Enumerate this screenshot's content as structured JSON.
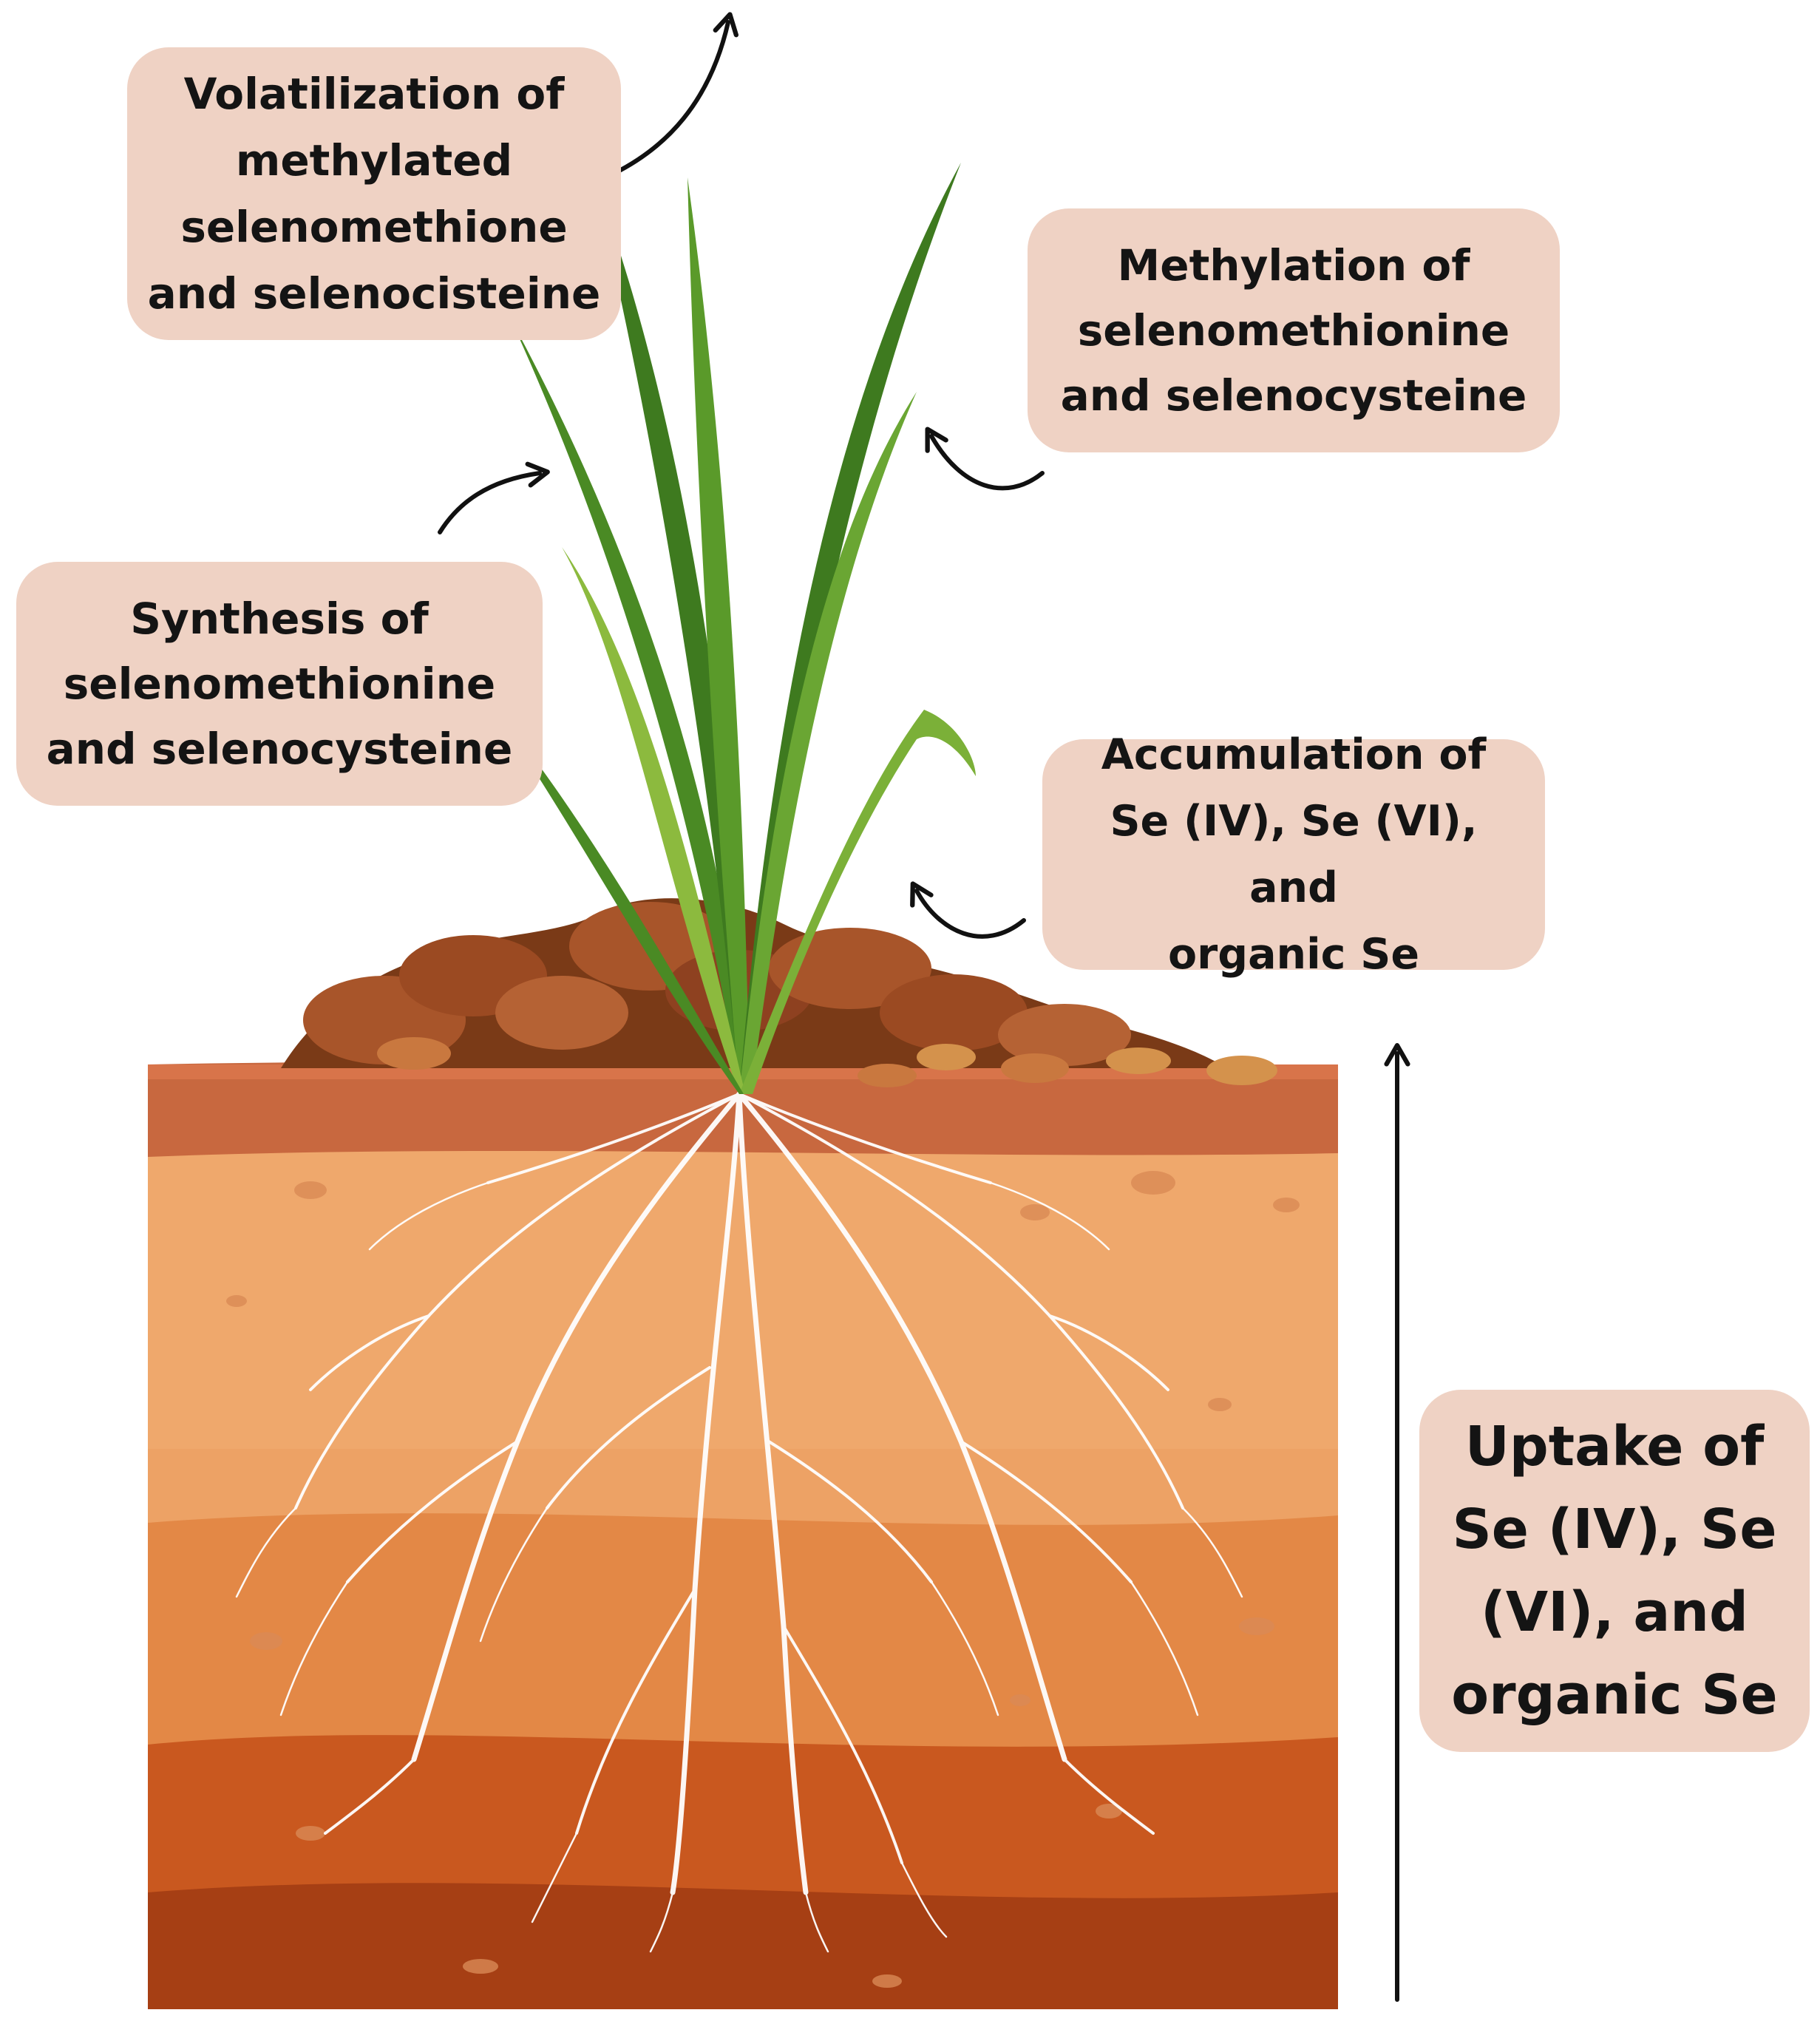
{
  "labels": {
    "volatilization": "Volatilization of\nmethylated\nselenomethione\nand selenocisteine",
    "methylation": "Methylation of\nselenomethionine\nand selenocysteine",
    "synthesis": "Synthesis of\nselenomethionine\nand selenocysteine",
    "accumulation": "Accumulation of\nSe (IV), Se (VI), and\norganic Se",
    "uptake": "Uptake of\nSe (IV), Se\n(VI), and\norganic Se"
  },
  "colors": {
    "label_background": "#efd2c4",
    "arrow": "#111111",
    "soil_top": "#c8683f",
    "soil_light": "#eda265",
    "soil_mid": "#e38846",
    "soil_deep": "#c9581f",
    "soil_bottom": "#a63f14",
    "leaf_dark": "#3e7a1f",
    "leaf_light": "#8cba3e",
    "roots": "#ffffff"
  }
}
